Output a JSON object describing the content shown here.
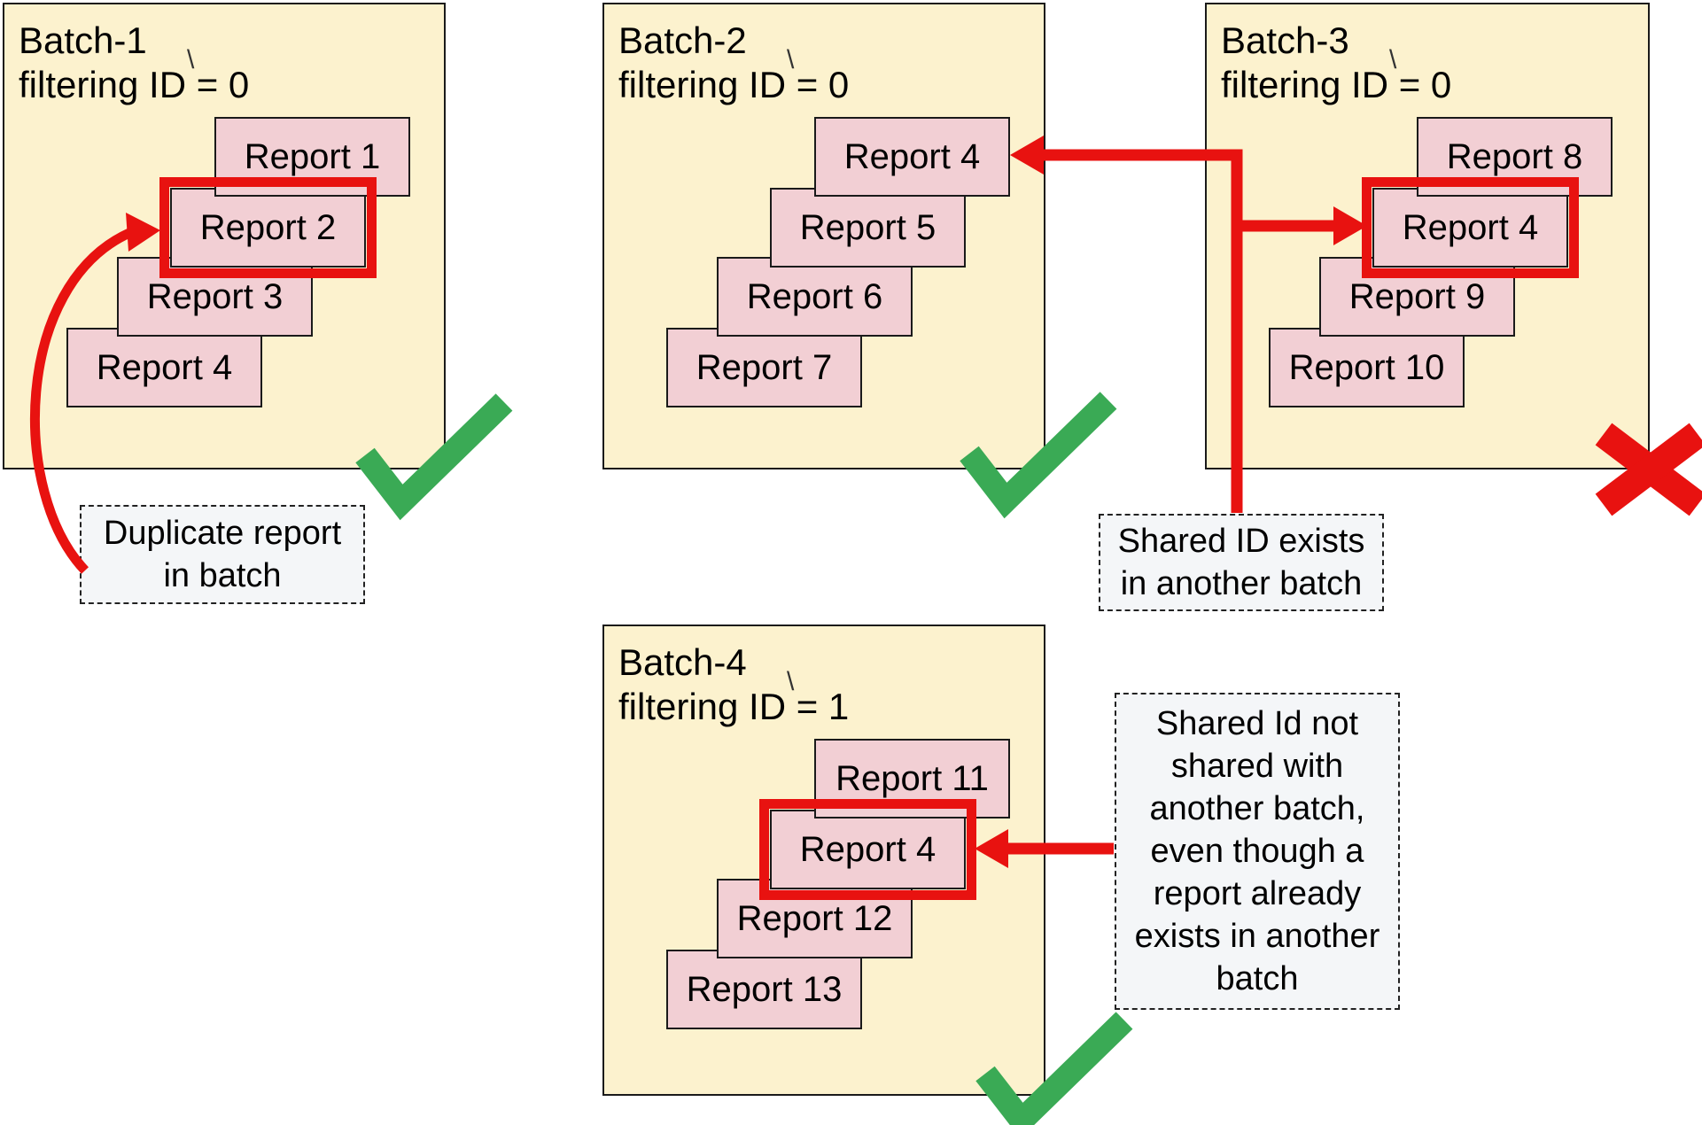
{
  "colors": {
    "page_bg": "#ffffff",
    "batch_bg": "#fcf2ce",
    "batch_border": "#1a1a1a",
    "card_bg": "#f2cfd4",
    "card_border": "#1a1a1a",
    "red": "#e81210",
    "green": "#3aaa55",
    "note_bg": "#f4f6f8",
    "note_border": "#222222",
    "text": "#000000"
  },
  "stray_tick": "\\",
  "batches": [
    {
      "name": "Batch-1",
      "title": [
        "Batch-1",
        "filtering ID = 0"
      ],
      "reports": [
        "Report 1",
        "Report 2",
        "Report 3",
        "Report 4"
      ],
      "highlighted_report": "Report 2",
      "status": "pass"
    },
    {
      "name": "Batch-2",
      "title": [
        "Batch-2",
        "filtering ID = 0"
      ],
      "reports": [
        "Report 4",
        "Report 5",
        "Report 6",
        "Report 7"
      ],
      "highlighted_report": "",
      "status": "pass"
    },
    {
      "name": "Batch-3",
      "title": [
        "Batch-3",
        "filtering ID = 0"
      ],
      "reports": [
        "Report 8",
        "Report 4",
        "Report 9",
        "Report 10"
      ],
      "highlighted_report": "Report 4",
      "status": "fail"
    },
    {
      "name": "Batch-4",
      "title": [
        "Batch-4",
        "filtering ID = 1"
      ],
      "reports": [
        "Report 11",
        "Report 4",
        "Report 12",
        "Report 13"
      ],
      "highlighted_report": "Report 4",
      "status": "pass"
    }
  ],
  "annotations": [
    {
      "text": [
        "Duplicate report",
        "in batch"
      ]
    },
    {
      "text": [
        "Shared ID exists",
        "in another batch"
      ]
    },
    {
      "text": [
        "Shared Id not",
        "shared with",
        "another batch,",
        "even though a",
        "report already",
        "exists in another",
        "batch"
      ]
    }
  ]
}
